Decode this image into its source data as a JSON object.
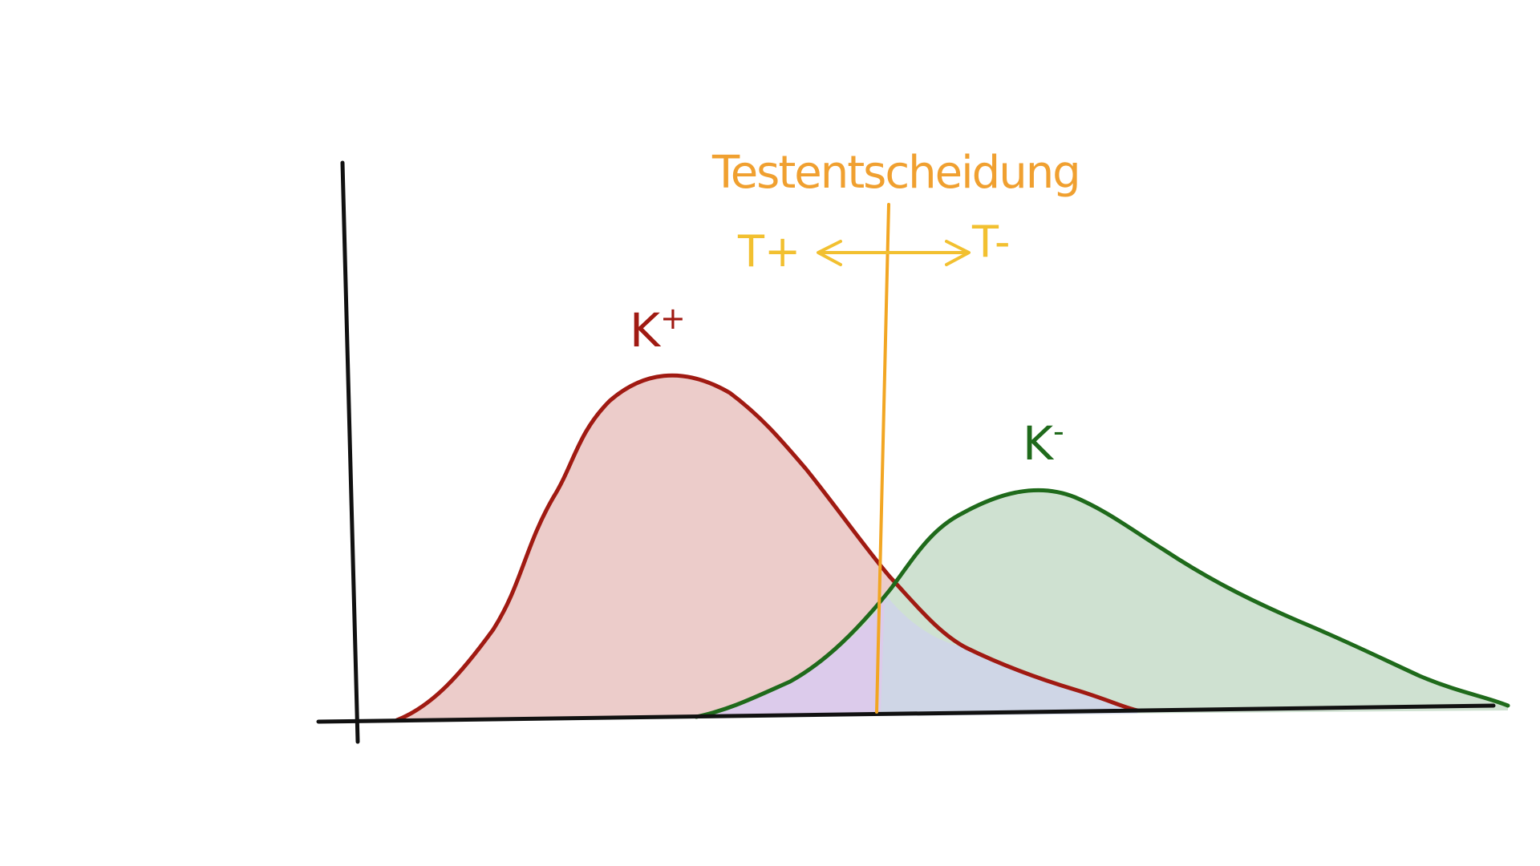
{
  "decision_label": "Testentscheidung",
  "t_plus": "T+",
  "t_minus": "T-",
  "k_plus": {
    "base": "K",
    "sup": "+"
  },
  "k_minus": {
    "base": "K",
    "sup": "-"
  },
  "colors": {
    "axis": "#111111",
    "k_plus": "#a01a12",
    "k_plus_fill": "#ecccca",
    "k_minus": "#1f6a1b",
    "k_minus_fill": "#cfe1d1",
    "overlap_left": "#dccbeb",
    "overlap_right": "#cfd6e6",
    "decision_line": "#f2a623",
    "decision_text": "#f0a030",
    "arrow": "#f2c030"
  }
}
